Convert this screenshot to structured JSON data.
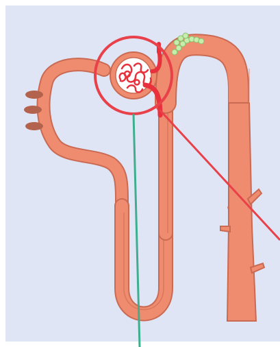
{
  "diagram": {
    "subject": "nephron",
    "labels": [],
    "colors": {
      "background": "#e0e5f6",
      "tubule_fill": "#ef8b6e",
      "tubule_outline": "#c96a53",
      "capillary": "#e8313c",
      "highlight_circle": "#e8414a",
      "pointer_line_red": "#e8414a",
      "pointer_line_green": "#3fae8f",
      "macula_densa_cells": "#a6e08a",
      "peritubular_blobs": "#b3624e"
    },
    "parts": [
      "glomerulus",
      "bowman-capsule",
      "afferent-arteriole",
      "efferent-arteriole",
      "proximal-convoluted-tubule",
      "loop-of-henle",
      "distal-convoluted-tubule",
      "collecting-duct",
      "macula-densa"
    ]
  }
}
